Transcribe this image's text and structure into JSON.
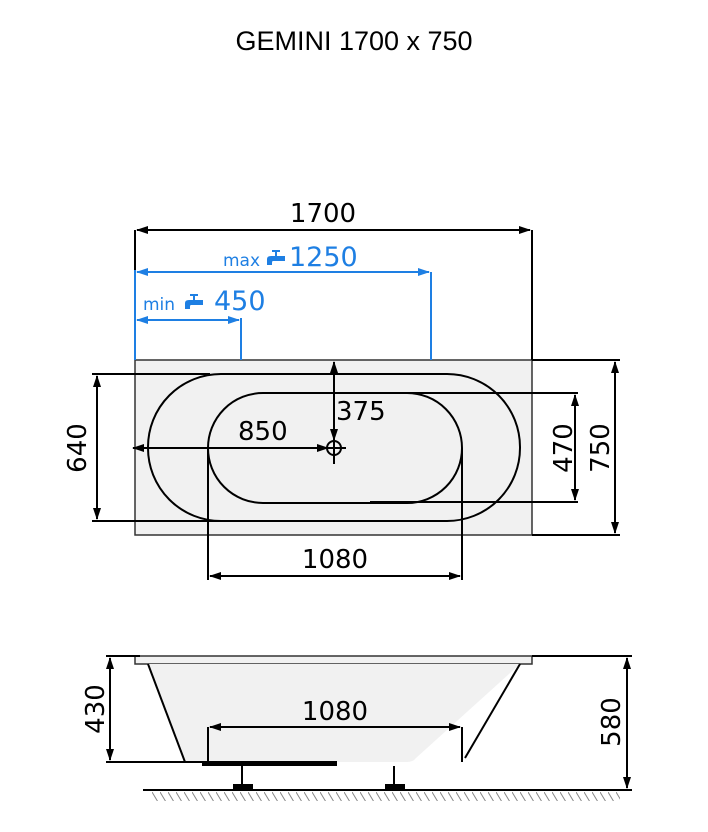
{
  "title": "GEMINI 1700 x 750",
  "colors": {
    "accent": "#1e7fe3",
    "line": "#000000",
    "fill": "#f1f1f1"
  },
  "top_view": {
    "length": "1700",
    "width": "750",
    "inner_width": "470",
    "rim_width": "640",
    "drain_x": "850",
    "drain_y": "375",
    "bottom_length": "1080",
    "faucet_max": {
      "label": "max",
      "value": "1250",
      "icon": "faucet-icon"
    },
    "faucet_min": {
      "label": "min",
      "value": "450",
      "icon": "faucet-icon"
    }
  },
  "side_view": {
    "depth": "430",
    "total_height": "580",
    "bottom_length": "1080"
  }
}
